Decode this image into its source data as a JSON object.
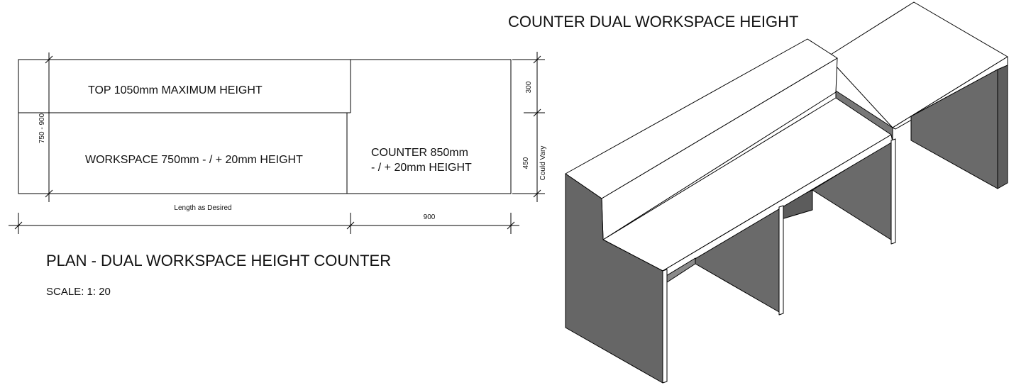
{
  "iso_title": "COUNTER DUAL WORKSPACE HEIGHT",
  "plan": {
    "top_label": "TOP 1050mm MAXIMUM HEIGHT",
    "workspace_label": "WORKSPACE 750mm - / + 20mm HEIGHT",
    "counter_label_line1": "COUNTER 850mm",
    "counter_label_line2": "- / + 20mm HEIGHT",
    "dim_left_vertical": "750 - 900",
    "dim_right_top": "300",
    "dim_right_bottom": "450",
    "dim_right_note": "Could Vary",
    "dim_bottom_length": "Length as Desired",
    "dim_bottom_counter": "900",
    "title": "PLAN - DUAL WORKSPACE HEIGHT COUNTER",
    "scale": "SCALE: 1: 20"
  },
  "colors": {
    "line": "#000000",
    "panel_dark": "#6e6e6e",
    "panel_mid": "#5a5a5a",
    "surface": "#ffffff"
  }
}
